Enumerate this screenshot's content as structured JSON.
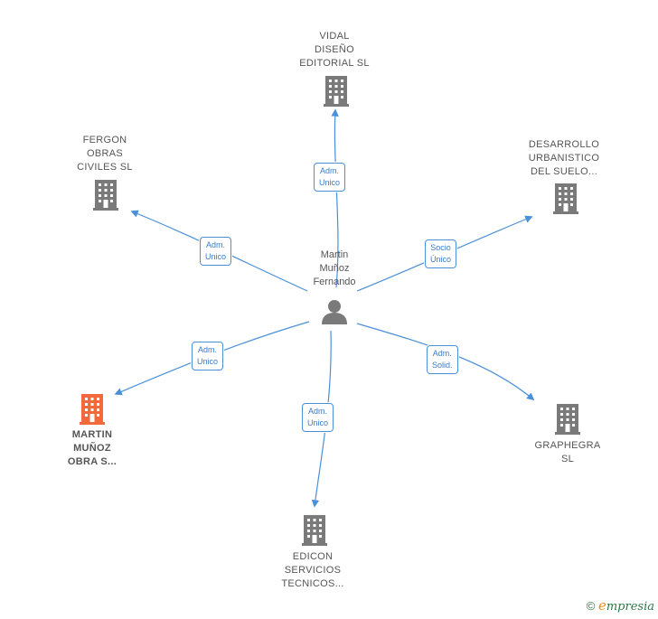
{
  "center": {
    "name": "Martin\nMuñoz\nFernando",
    "icon": "person-icon"
  },
  "colors": {
    "edge": "#4a90d9",
    "building": "#7a7a7a",
    "building_highlight": "#f26a3b",
    "badge_text": "#3a7bc8"
  },
  "nodes": [
    {
      "id": "vidal",
      "label": "VIDAL\nDISEÑO\nEDITORIAL  SL",
      "icon": "building-icon",
      "highlight": false
    },
    {
      "id": "desarrollo",
      "label": "DESARROLLO\nURBANISTICO\nDEL SUELO...",
      "icon": "building-icon",
      "highlight": false
    },
    {
      "id": "graphegra",
      "label": "GRAPHEGRA\nSL",
      "icon": "building-icon",
      "highlight": false
    },
    {
      "id": "edicon",
      "label": "EDICON\nSERVICIOS\nTECNICOS...",
      "icon": "building-icon",
      "highlight": false
    },
    {
      "id": "martin_obras",
      "label": "MARTIN\nMUÑOZ\nOBRA S...",
      "icon": "building-icon",
      "highlight": true
    },
    {
      "id": "fergon",
      "label": "FERGON\nOBRAS\nCIVILES SL",
      "icon": "building-icon",
      "highlight": false
    }
  ],
  "edges": [
    {
      "to": "vidal",
      "label": "Adm.\nUnico"
    },
    {
      "to": "desarrollo",
      "label": "Socio\nÚnico"
    },
    {
      "to": "graphegra",
      "label": "Adm.\nSolid."
    },
    {
      "to": "edicon",
      "label": "Adm.\nUnico"
    },
    {
      "to": "martin_obras",
      "label": "Adm.\nUnico"
    },
    {
      "to": "fergon",
      "label": "Adm.\nUnico"
    }
  ],
  "footer": {
    "copyright": "©",
    "brand_initial": "e",
    "brand_rest": "mpresia"
  }
}
